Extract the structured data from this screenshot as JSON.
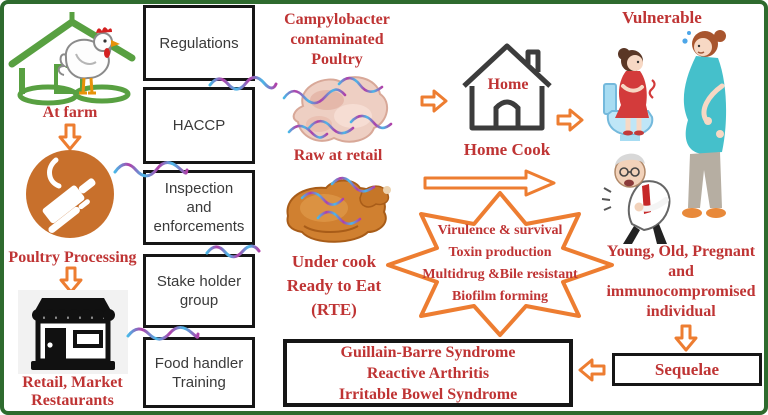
{
  "labels": {
    "at_farm": "At farm",
    "poultry_processing": "Poultry Processing",
    "retail": "Retail, Market\nRestaurants",
    "contaminated": "Campylobacter\ncontaminated\nPoultry",
    "raw_at_retail": "Raw at retail",
    "under_cook": "Under cook\nReady to Eat\n(RTE)",
    "home": "Home",
    "home_cook": "Home Cook",
    "vulnerable": "Vulnerable",
    "young_group": "Young, Old, Pregnant\nand\nimmunocompromised\nindividual",
    "star_traits": "Virulence & survival\nToxin production\nMultidrug &Bile resistant\nBiofilm forming",
    "sequelae": "Sequelae",
    "outcomes": "Guillain-Barre Syndrome\nReactive Arthritis\nIrritable Bowel Syndrome"
  },
  "control_boxes": [
    {
      "label": "Regulations"
    },
    {
      "label": "HACCP"
    },
    {
      "label": "Inspection and enforcements"
    },
    {
      "label": "Stake holder group"
    },
    {
      "label": "Food handler Training"
    }
  ],
  "icons": {
    "farm": "barn-with-chicken-icon",
    "processing": "cleaver-knife-circle-icon",
    "retail": "storefront-icon",
    "home": "house-outline-icon",
    "raw_poultry": "raw-chicken-with-bacteria-icon",
    "cooked_poultry": "roasted-chicken-with-bacteria-icon",
    "bacteria": "spiral-bacteria-squiggle-icon",
    "patients": [
      "toilet-patient-icon",
      "pregnant-woman-icon",
      "elderly-man-icon"
    ],
    "arrows": "hollow-orange-block-arrow"
  },
  "colors": {
    "accent_orange": "#ed7d31",
    "label_red": "#bf3434",
    "frame_green": "#2e6b2e",
    "box_border": "#161616",
    "bacteria_blue": "#49b8e8",
    "bacteria_magenta": "#b13fa8"
  }
}
